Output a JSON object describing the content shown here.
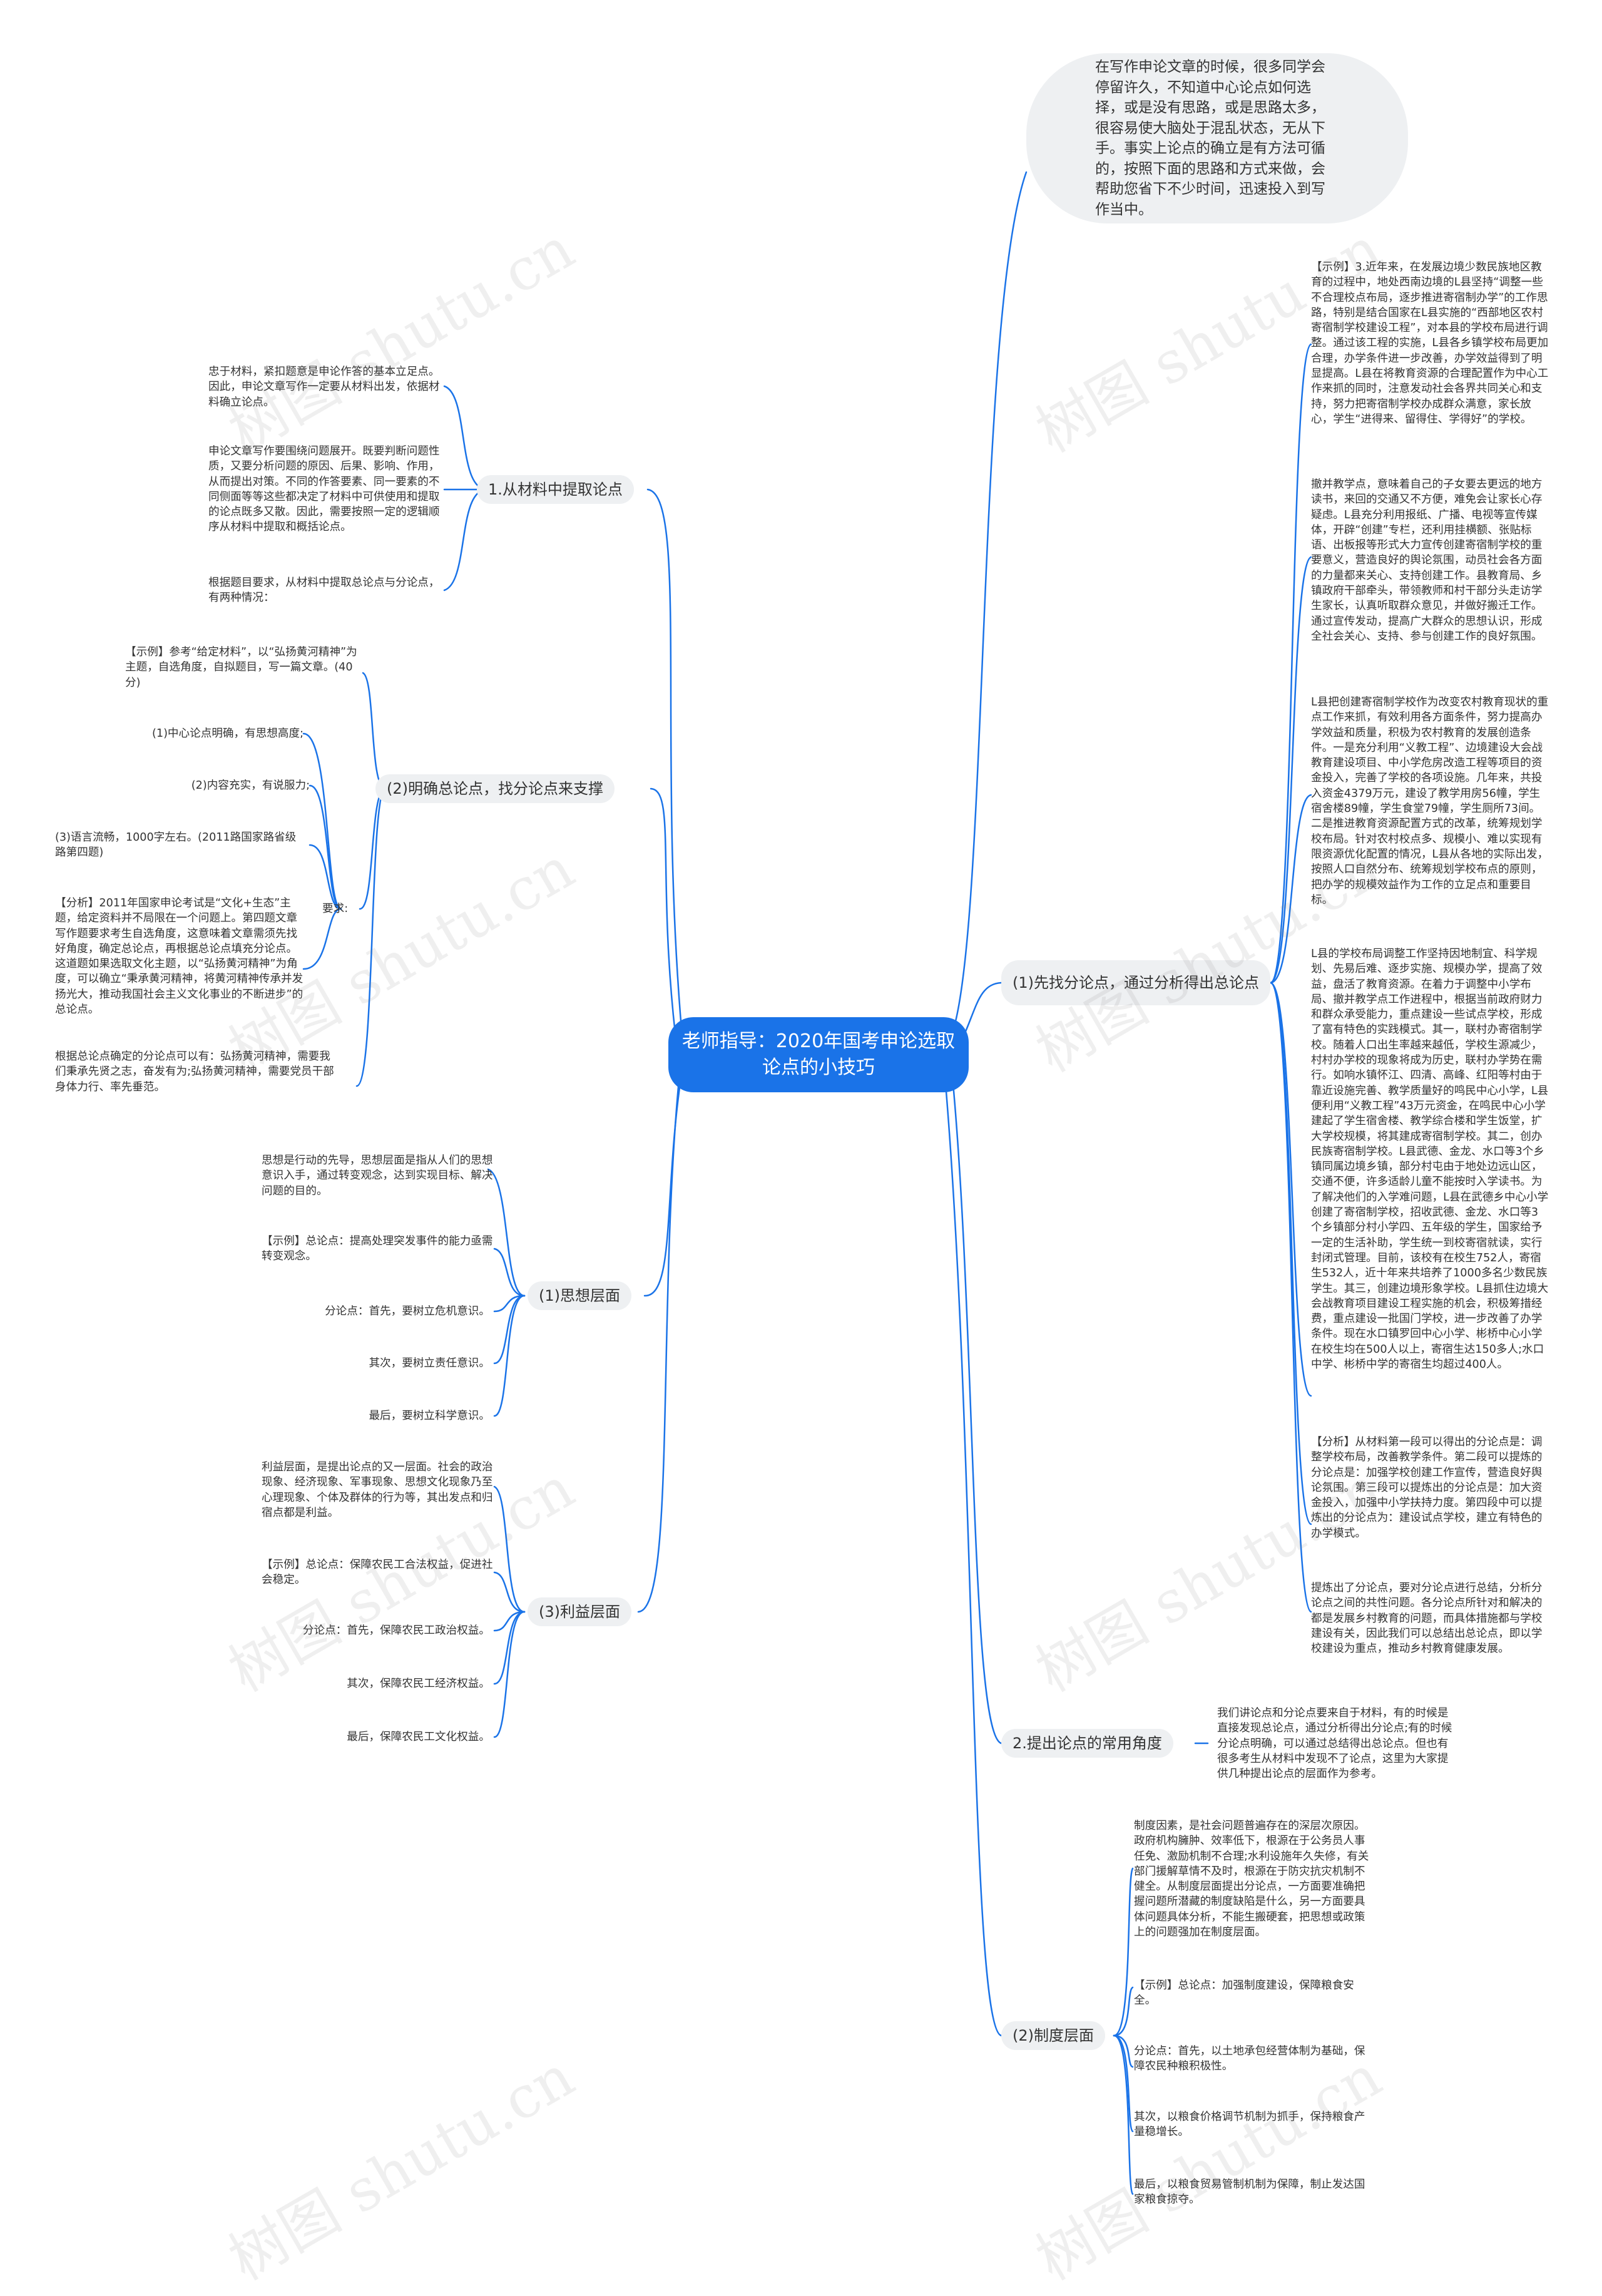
{
  "root": "老师指导：2020年国考申论选取论点的小技巧",
  "intro": "在写作申论文章的时候，很多同学会停留许久，不知道中心论点如何选择，或是没有思路，或是思路太多，很容易使大脑处于混乱状态，无从下手。事实上论点的确立是有方法可循的，按照下面的思路和方式来做，会帮助您省下不少时间，迅速投入到写作当中。",
  "left": {
    "b1": {
      "label": "1.从材料中提取论点",
      "leaves": [
        "忠于材料，紧扣题意是申论作答的基本立足点。因此，申论文章写作一定要从材料出发，依据材料确立论点。",
        "申论文章写作要围绕问题展开。既要判断问题性质，又要分析问题的原因、后果、影响、作用，从而提出对策。不同的作答要素、同一要素的不同侧面等等这些都决定了材料中可供使用和提取的论点既多又散。因此，需要按照一定的逻辑顺序从材料中提取和概括论点。",
        "根据题目要求，从材料中提取总论点与分论点，有两种情况："
      ]
    },
    "b2": {
      "label": "(2)明确总论点，找分论点来支撑",
      "leaves": [
        "【示例】参考“给定材料”，以“弘扬黄河精神”为主题，自选角度，自拟题目，写一篇文章。(40分)",
        "(1)中心论点明确，有思想高度;",
        "(2)内容充实，有说服力;",
        "(3)语言流畅，1000字左右。(2011路国家路省级路第四题)",
        "【分析】2011年国家申论考试是“文化+生态”主题，给定资料并不局限在一个问题上。第四题文章写作题要求考生自选角度，这意味着文章需须先找好角度，确定总论点，再根据总论点填充分论点。这道题如果选取文化主题，以“弘扬黄河精神”为角度，可以确立“秉承黄河精神，将黄河精神传承并发扬光大，推动我国社会主义文化事业的不断进步”的总论点。",
        "根据总论点确定的分论点可以有：弘扬黄河精神，需要我们秉承先贤之志，奋发有为;弘扬黄河精神，需要党员干部身体力行、率先垂范。"
      ],
      "req": "要求:"
    },
    "b3": {
      "label": "(1)思想层面",
      "leaves": [
        "思想是行动的先导，思想层面是指从人们的思想意识入手，通过转变观念，达到实现目标、解决问题的目的。",
        "【示例】总论点：提高处理突发事件的能力亟需转变观念。",
        "分论点：首先，要树立危机意识。",
        "其次，要树立责任意识。",
        "最后，要树立科学意识。"
      ]
    },
    "b4": {
      "label": "(3)利益层面",
      "leaves": [
        "利益层面，是提出论点的又一层面。社会的政治现象、经济现象、军事现象、思想文化现象乃至心理现象、个体及群体的行为等，其出发点和归宿点都是利益。",
        "【示例】总论点：保障农民工合法权益，促进社会稳定。",
        "分论点：首先，保障农民工政治权益。",
        "其次，保障农民工经济权益。",
        "最后，保障农民工文化权益。"
      ]
    }
  },
  "right": {
    "b5": {
      "label": "(1)先找分论点，通过分析得出总论点",
      "leaves": [
        "【示例】3.近年来，在发展边境少数民族地区教育的过程中，地处西南边境的L县坚持“调整一些不合理校点布局，逐步推进寄宿制办学”的工作思路，特别是结合国家在L县实施的“西部地区农村寄宿制学校建设工程”，对本县的学校布局进行调整。通过该工程的实施，L县各乡镇学校布局更加合理，办学条件进一步改善，办学效益得到了明显提高。L县在将教育资源的合理配置作为中心工作来抓的同时，注意发动社会各界共同关心和支持，努力把寄宿制学校办成群众满意，家长放心，学生“进得来、留得住、学得好”的学校。",
        "撤并教学点，意味着自己的子女要去更远的地方读书，来回的交通又不方便，难免会让家长心存疑虑。L县充分利用报纸、广播、电视等宣传媒体，开辟“创建”专栏，还利用挂横额、张贴标语、出板报等形式大力宣传创建寄宿制学校的重要意义，营造良好的舆论氛围，动员社会各方面的力量都来关心、支持创建工作。县教育局、乡镇政府干部牵头，带领教师和村干部分头走访学生家长，认真听取群众意见，并做好搬迁工作。通过宣传发动，提高广大群众的思想认识，形成全社会关心、支持、参与创建工作的良好氛围。",
        "L县把创建寄宿制学校作为改变农村教育现状的重点工作来抓，有效利用各方面条件，努力提高办学效益和质量，积极为农村教育的发展创造条件。一是充分利用“义教工程”、边境建设大会战教育建设项目、中小学危房改造工程等项目的资金投入，完善了学校的各项设施。几年来，共投入资金4379万元，建设了教学用房56幢，学生宿舍楼89幢，学生食堂79幢，学生厕所73间。二是推进教育资源配置方式的改革，统筹规划学校布局。针对农村校点多、规模小、难以实现有限资源优化配置的情况，L县从各地的实际出发，按照人口自然分布、统筹规划学校布点的原则，把办学的规模效益作为工作的立足点和重要目标。",
        "L县的学校布局调整工作坚持因地制宜、科学规划、先易后难、逐步实施、规模办学，提高了效益，盘活了教育资源。在着力于调整中小学布局、撤并教学点工作进程中，根据当前政府财力和群众承受能力，重点建设一些试点学校，形成了富有特色的实践模式。其一，联村办寄宿制学校。随着人口出生率越来越低，学校生源减少，村村办学校的现象将成为历史，联村办学势在需行。如响水镇怀江、四清、高峰、红阳等村由于靠近设施完善、教学质量好的鸣民中心小学，L县便利用“义教工程”43万元资金，在鸣民中心小学建起了学生宿舍楼、教学综合楼和学生饭堂，扩大学校规模，将其建成寄宿制学校。其二，创办民族寄宿制学校。L县武德、金龙、水口等3个乡镇同属边境乡镇，部分村屯由于地处边远山区，交通不便，许多适龄儿童不能按时入学读书。为了解决他们的入学难问题，L县在武德乡中心小学创建了寄宿制学校，招收武德、金龙、水口等3个乡镇部分村小学四、五年级的学生，国家给予一定的生活补助，学生统一到校寄宿就读，实行封闭式管理。目前，该校有在校生752人，寄宿生532人，近十年来共培养了1000多名少数民族学生。其三，创建边境形象学校。L县抓住边境大会战教育项目建设工程实施的机会，积极筹措经费，重点建设一批国门学校，进一步改善了办学条件。现在水口镇罗回中心小学、彬桥中心小学在校生均在500人以上，寄宿生达150多人;水口中学、彬桥中学的寄宿生均超过400人。",
        "【分析】从材料第一段可以得出的分论点是：调整学校布局，改善教学条件。第二段可以提炼的分论点是：加强学校创建工作宣传，营造良好舆论氛围。第三段可以提炼出的分论点是：加大资金投入，加强中小学扶持力度。第四段中可以提炼出的分论点为：建设试点学校，建立有特色的办学模式。",
        "提炼出了分论点，要对分论点进行总结，分析分论点之间的共性问题。各分论点所针对和解决的都是发展乡村教育的问题，而具体措施都与学校建设有关，因此我们可以总结出总论点，即以学校建设为重点，推动乡村教育健康发展。"
      ]
    },
    "b6": {
      "label": "2.提出论点的常用角度",
      "leaves": [
        "我们讲论点和分论点要来自于材料，有的时候是直接发现总论点，通过分析得出分论点;有的时候分论点明确，可以通过总结得出总论点。但也有很多考生从材料中发现不了论点，这里为大家提供几种提出论点的层面作为参考。"
      ]
    },
    "b7": {
      "label": "(2)制度层面",
      "leaves": [
        "制度因素，是社会问题普遍存在的深层次原因。政府机构臃肿、效率低下，根源在于公务员人事任免、激励机制不合理;水利设施年久失修，有关部门援解草情不及时，根源在于防灾抗灾机制不健全。从制度层面提出分论点，一方面要准确把握问题所潜藏的制度缺陷是什么，另一方面要具体问题具体分析，不能生搬硬套，把思想或政策上的问题强加在制度层面。",
        "【示例】总论点：加强制度建设，保障粮食安全。",
        "分论点：首先，以土地承包经营体制为基础，保障农民种粮积极性。",
        "其次，以粮食价格调节机制为抓手，保持粮食产量稳增长。",
        "最后，以粮食贸易管制机制为保障，制止发达国家粮食掠夺。"
      ]
    }
  },
  "watermark": "树图 shutu.cn"
}
